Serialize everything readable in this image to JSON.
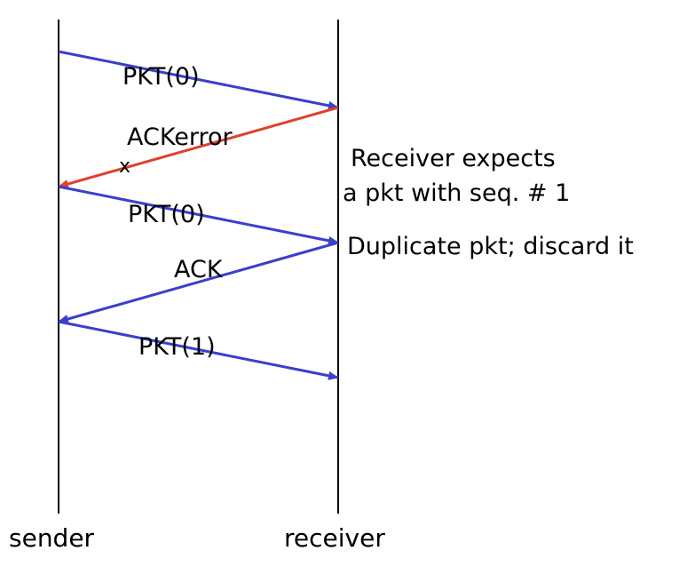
{
  "colors": {
    "packet": "#3a3fcc",
    "error": "#e0402c",
    "lifeline": "#000000"
  },
  "lifelines": {
    "sender": "sender",
    "receiver": "receiver"
  },
  "messages": [
    {
      "label": "PKT(0)",
      "direction": "sender-to-receiver",
      "status": "ok"
    },
    {
      "label": "ACKerror",
      "direction": "receiver-to-sender",
      "status": "error"
    },
    {
      "label": "PKT(0)",
      "direction": "sender-to-receiver",
      "status": "ok"
    },
    {
      "label": "ACK",
      "direction": "receiver-to-sender",
      "status": "ok"
    },
    {
      "label": "PKT(1)",
      "direction": "sender-to-receiver",
      "status": "ok"
    }
  ],
  "error_mark": "x",
  "notes": {
    "expects_line1": "Receiver expects",
    "expects_line2": "a pkt with seq. # 1",
    "duplicate": "Duplicate pkt; discard it"
  }
}
